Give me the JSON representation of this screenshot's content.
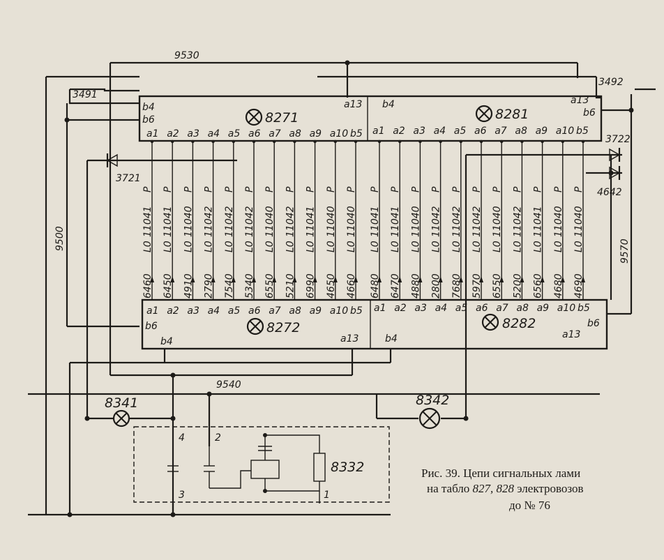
{
  "wire_labels": {
    "top": "9530",
    "top_left_block": "3491",
    "top_right_block": "3492",
    "left_vertical": "9500",
    "right_vertical": "9570",
    "bottom": "9540",
    "diode_left": "3721",
    "diode_right_top": "3722",
    "diode_right_bottom": "4642"
  },
  "panel_top_left": {
    "lamp": "8271",
    "side_b4": "b4",
    "side_b6": "b6",
    "corner": "a13",
    "pins": [
      "a1",
      "a2",
      "a3",
      "a4",
      "a5",
      "a6",
      "a7",
      "a8",
      "a9",
      "a10",
      "b5"
    ]
  },
  "panel_top_right": {
    "lamp": "8281",
    "side_b4": "b4",
    "corner": "a13",
    "right_b6": "b6",
    "pins": [
      "a1",
      "a2",
      "a3",
      "a4",
      "a5",
      "a6",
      "a7",
      "a8",
      "a9",
      "a10",
      "b5"
    ]
  },
  "panel_bottom_left": {
    "lamp": "8272",
    "side_b6": "b6",
    "bottom_b4": "b4",
    "corner": "a13",
    "pins": [
      "a1",
      "a2",
      "a3",
      "a4",
      "a5",
      "a6",
      "a7",
      "a8",
      "a9",
      "a10",
      "b5"
    ]
  },
  "panel_bottom_right": {
    "lamp": "8282",
    "bottom_b4": "b4",
    "corner": "a13",
    "right_b6": "b6",
    "pins": [
      "a1",
      "a2",
      "a3",
      "a4",
      "a5",
      "a6",
      "a7",
      "a8",
      "a9",
      "a10",
      "b5"
    ]
  },
  "conductors": {
    "left": [
      {
        "code": "11041",
        "term": "P",
        "lo": "L0",
        "num": "6460"
      },
      {
        "code": "11041",
        "term": "P",
        "lo": "L0",
        "num": "6450"
      },
      {
        "code": "11040",
        "term": "P",
        "lo": "L0",
        "num": "4910"
      },
      {
        "code": "11042",
        "term": "P",
        "lo": "L0",
        "num": "2790"
      },
      {
        "code": "11042",
        "term": "P",
        "lo": "L0",
        "num": "7540"
      },
      {
        "code": "11042",
        "term": "P",
        "lo": "L0",
        "num": "5340"
      },
      {
        "code": "11040",
        "term": "P",
        "lo": "L0",
        "num": "6550"
      },
      {
        "code": "11042",
        "term": "P",
        "lo": "L0",
        "num": "5210"
      },
      {
        "code": "11041",
        "term": "P",
        "lo": "L0",
        "num": "6990"
      },
      {
        "code": "11040",
        "term": "P",
        "lo": "L0",
        "num": "4650"
      },
      {
        "code": "11040",
        "term": "P",
        "lo": "L0",
        "num": "4660"
      }
    ],
    "right": [
      {
        "code": "11041",
        "term": "P",
        "lo": "L0",
        "num": "6480"
      },
      {
        "code": "11041",
        "term": "P",
        "lo": "L0",
        "num": "6470"
      },
      {
        "code": "11040",
        "term": "P",
        "lo": "L0",
        "num": "4880"
      },
      {
        "code": "11042",
        "term": "P",
        "lo": "L0",
        "num": "2800"
      },
      {
        "code": "11042",
        "term": "P",
        "lo": "L0",
        "num": "7680"
      },
      {
        "code": "11042",
        "term": "P",
        "lo": "L0",
        "num": "5970"
      },
      {
        "code": "11040",
        "term": "P",
        "lo": "L0",
        "num": "6550"
      },
      {
        "code": "11042",
        "term": "P",
        "lo": "L0",
        "num": "5200"
      },
      {
        "code": "11041",
        "term": "P",
        "lo": "L0",
        "num": "6560"
      },
      {
        "code": "11040",
        "term": "P",
        "lo": "L0",
        "num": "4680"
      },
      {
        "code": "11040",
        "term": "P",
        "lo": "L0",
        "num": "4690"
      }
    ]
  },
  "lamps_bottom": {
    "left": "8341",
    "right": "8342"
  },
  "relay_box": {
    "resistor": "8332",
    "n1": "1",
    "n2": "2",
    "n3": "3",
    "n4": "4"
  },
  "caption": {
    "line1": "Рис. 39. Цепи сигнальных лами",
    "line2_prefix": "на табло ",
    "line2_models": "827, 828",
    "line2_suffix": " электровозов",
    "line3": "до № 76"
  }
}
